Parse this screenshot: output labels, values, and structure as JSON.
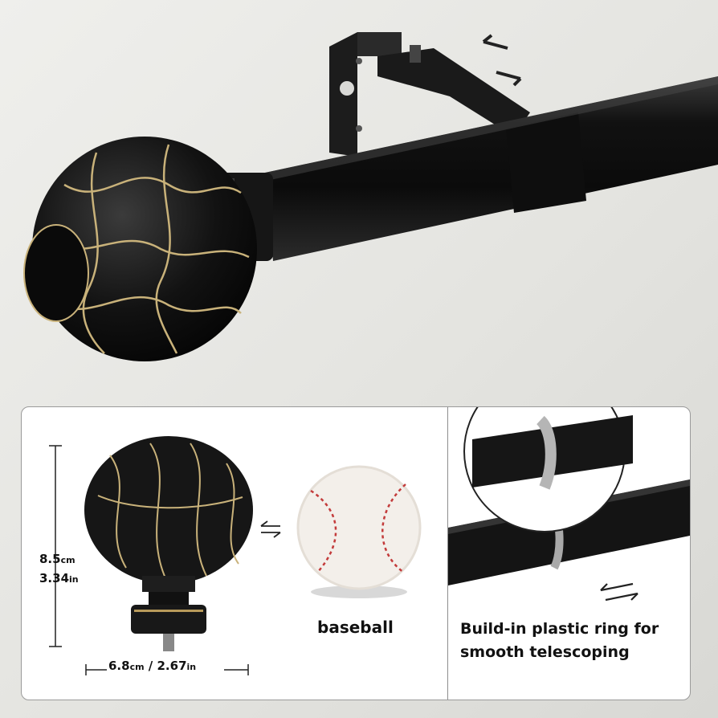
{
  "product": {
    "finial_height_cm": "8.5",
    "finial_height_cm_unit": "cm",
    "finial_height_in": "3.34",
    "finial_height_in_unit": "in",
    "finial_width_cm": "6.8",
    "finial_width_cm_unit": "cm",
    "finial_width_separator": " / ",
    "finial_width_in": "2.67",
    "finial_width_in_unit": "in",
    "comparison_label": "baseball",
    "ring_caption_line1": "Build-in plastic ring for",
    "ring_caption_line2": "smooth telescoping"
  },
  "colors": {
    "rod_black": "#151515",
    "accent_gold": "#c9b27a",
    "panel_bg": "#ffffff",
    "wall": "#e6e6e2"
  },
  "icons": [
    "adjust-arrows-icon",
    "equivalence-arrows-icon",
    "telescoping-arrows-icon"
  ]
}
